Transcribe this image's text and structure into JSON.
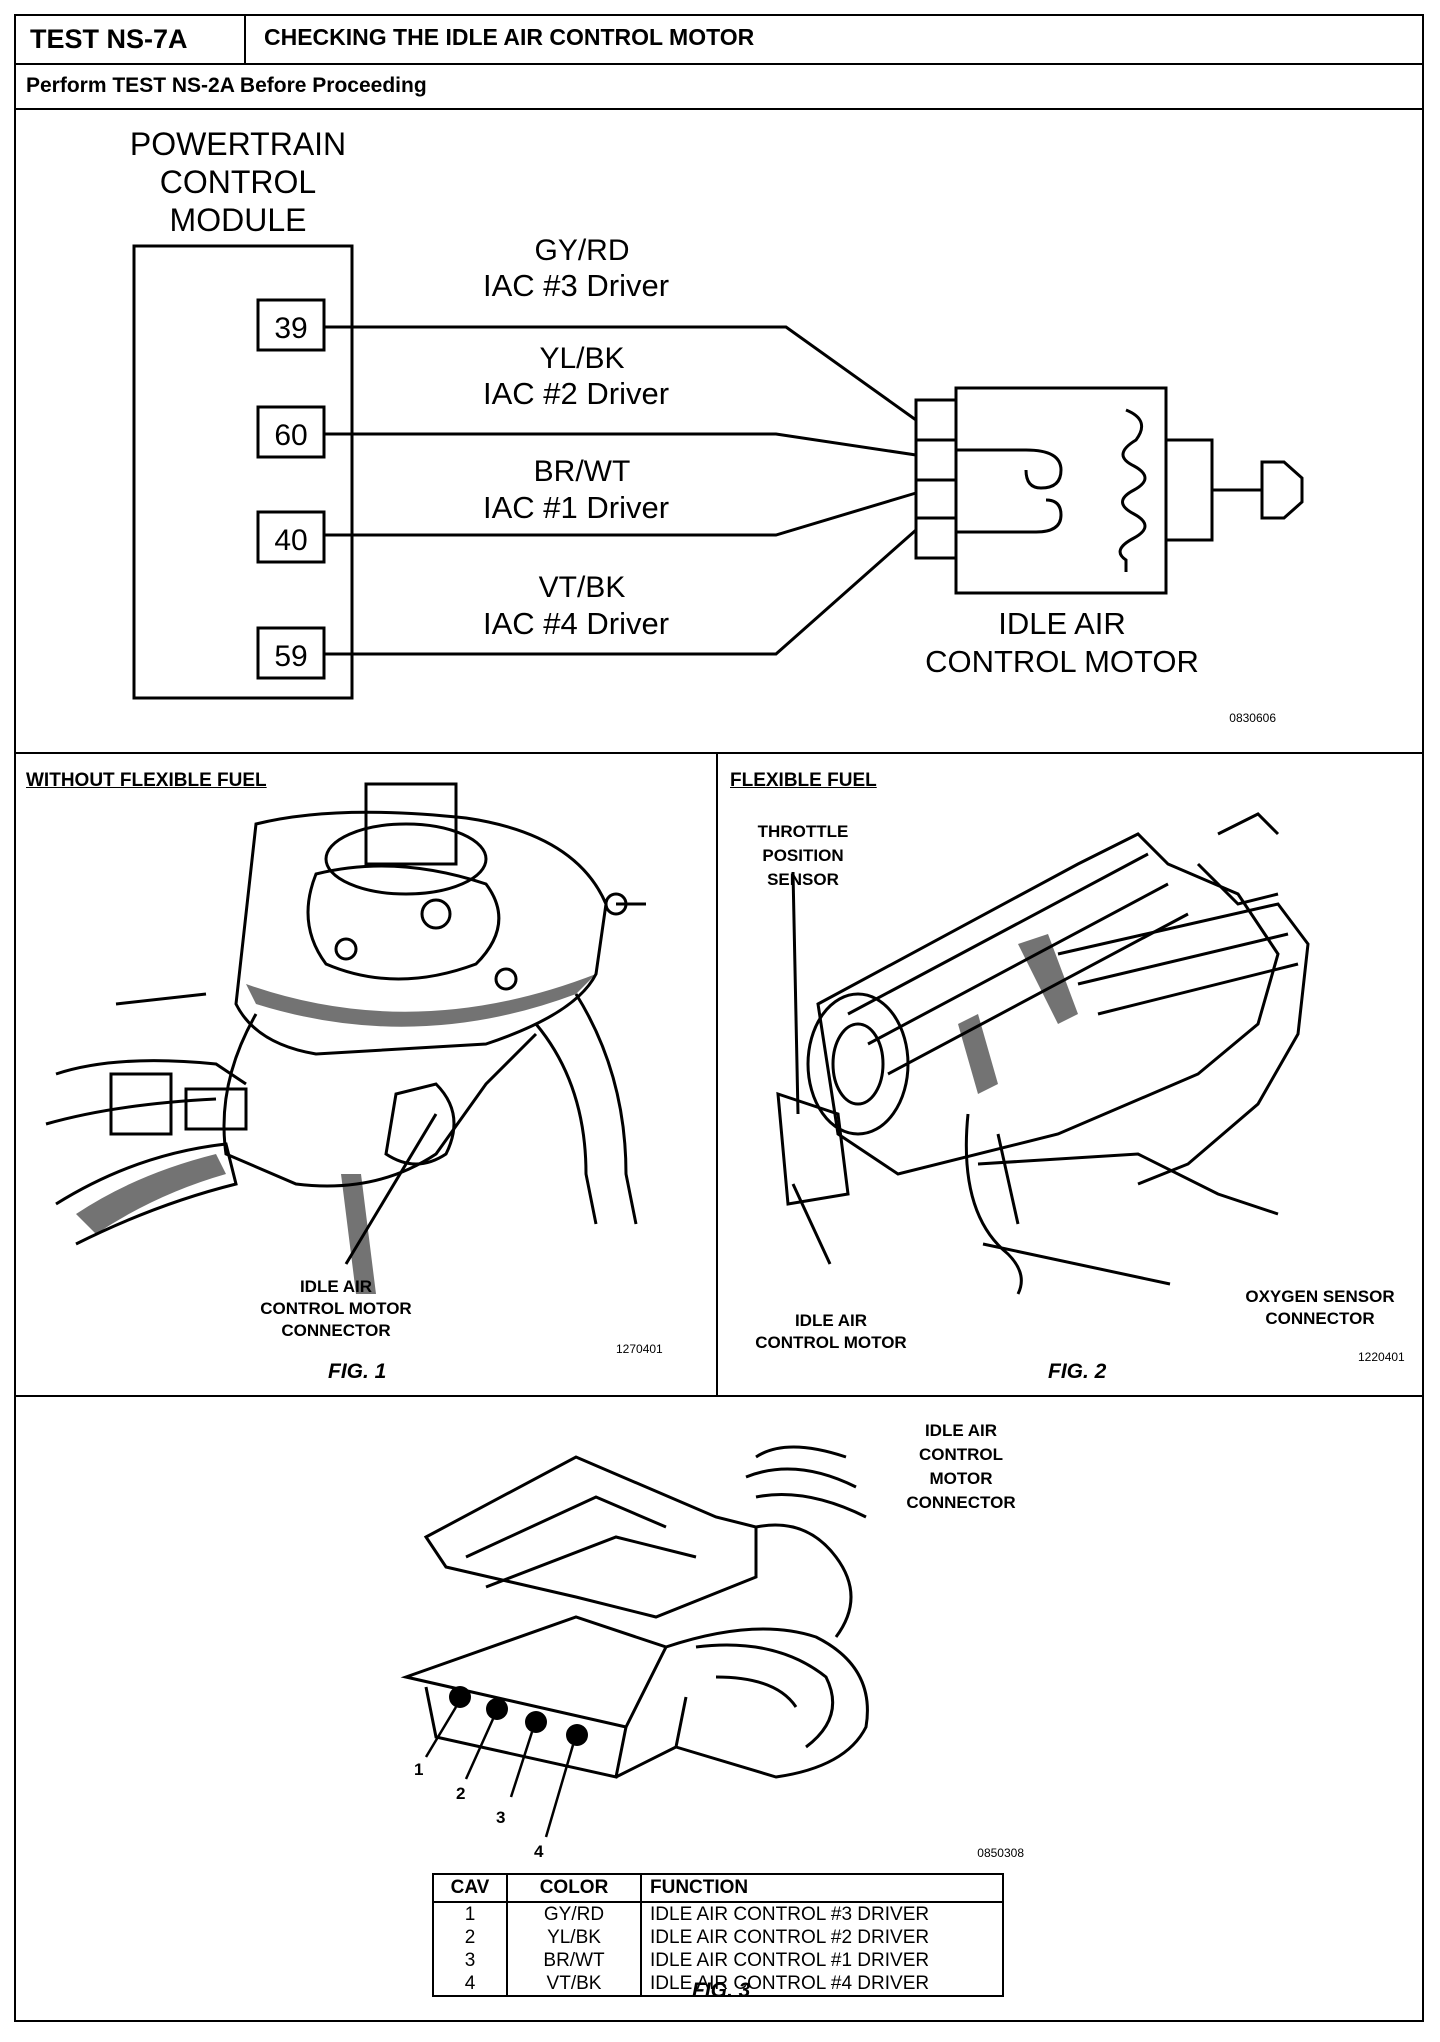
{
  "header": {
    "test_number": "TEST NS-7A",
    "title": "CHECKING THE IDLE AIR CONTROL MOTOR",
    "subheader": "Perform TEST NS-2A Before Proceeding"
  },
  "schematic": {
    "module_label": [
      "POWERTRAIN",
      "CONTROL",
      "MODULE"
    ],
    "wires": [
      {
        "pin": "39",
        "color": "GY/RD",
        "function": "IAC #3 Driver"
      },
      {
        "pin": "60",
        "color": "YL/BK",
        "function": "IAC #2 Driver"
      },
      {
        "pin": "40",
        "color": "BR/WT",
        "function": "IAC #1 Driver"
      },
      {
        "pin": "59",
        "color": "VT/BK",
        "function": "IAC #4 Driver"
      }
    ],
    "motor_label": [
      "IDLE AIR",
      "CONTROL MOTOR"
    ],
    "code": "0830606"
  },
  "fig1": {
    "heading": "WITHOUT FLEXIBLE FUEL",
    "callout": [
      "IDLE AIR",
      "CONTROL MOTOR",
      "CONNECTOR"
    ],
    "code": "1270401",
    "caption": "FIG. 1"
  },
  "fig2": {
    "heading": "FLEXIBLE FUEL",
    "callout_tps": [
      "THROTTLE",
      "POSITION",
      "SENSOR"
    ],
    "callout_iac": [
      "IDLE AIR",
      "CONTROL MOTOR"
    ],
    "callout_o2": [
      "OXYGEN SENSOR",
      "CONNECTOR"
    ],
    "code": "1220401",
    "caption": "FIG. 2"
  },
  "fig3": {
    "connector_label": [
      "IDLE AIR",
      "CONTROL",
      "MOTOR",
      "CONNECTOR"
    ],
    "pin_numbers": [
      "1",
      "2",
      "3",
      "4"
    ],
    "code": "0850308",
    "table": {
      "headers": [
        "CAV",
        "COLOR",
        "FUNCTION"
      ],
      "rows": [
        [
          "1",
          "GY/RD",
          "IDLE AIR CONTROL #3 DRIVER"
        ],
        [
          "2",
          "YL/BK",
          "IDLE AIR CONTROL #2 DRIVER"
        ],
        [
          "3",
          "BR/WT",
          "IDLE AIR CONTROL #1 DRIVER"
        ],
        [
          "4",
          "VT/BK",
          "IDLE AIR CONTROL #4 DRIVER"
        ]
      ]
    },
    "caption": "FIG. 3"
  }
}
